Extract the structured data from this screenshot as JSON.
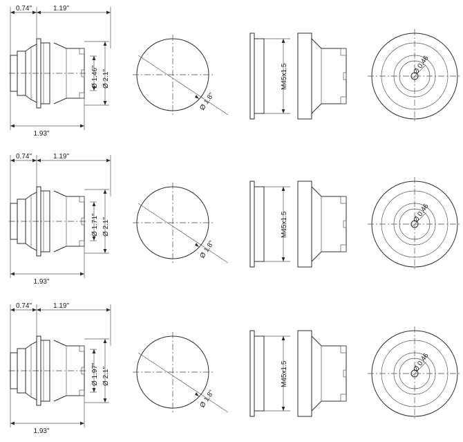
{
  "rows": [
    {
      "dims": {
        "bezel_depth": "0.74\"",
        "body_depth": "1.19\"",
        "total_depth": "1.93\"",
        "inner_diameter": "Ø 1.46\"",
        "outer_diameter": "Ø 2.1\"",
        "cap_diameter": "Ø 1.8\"",
        "thread": "M45x1.5",
        "center_diameter": "Ø 0.46"
      }
    },
    {
      "dims": {
        "bezel_depth": "0.74\"",
        "body_depth": "1.19\"",
        "total_depth": "1.93\"",
        "inner_diameter": "Ø 1.71\"",
        "outer_diameter": "Ø 2.1\"",
        "cap_diameter": "Ø 1.8\"",
        "thread": "M45x1.5",
        "center_diameter": "Ø 0.46"
      }
    },
    {
      "dims": {
        "bezel_depth": "0.74\"",
        "body_depth": "1.19\"",
        "total_depth": "1.93\"",
        "inner_diameter": "Ø 1.97\"",
        "outer_diameter": "Ø 2.1\"",
        "cap_diameter": "Ø 1.8\"",
        "thread": "M45x1.5",
        "center_diameter": "Ø 0.46"
      }
    }
  ],
  "colors": {
    "line": "#2b2b2b",
    "background": "#ffffff"
  }
}
